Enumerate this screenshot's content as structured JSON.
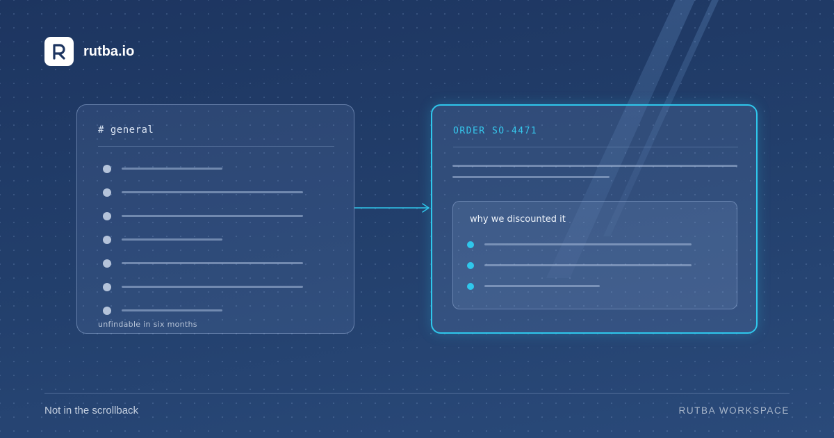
{
  "brand": {
    "logo_letter": "R",
    "name": "rutba.io"
  },
  "left_panel": {
    "channel": "# general",
    "message_count": 7,
    "footnote": "unfindable in six months"
  },
  "right_panel": {
    "order_title": "ORDER SO-4471",
    "note": {
      "title": "why we discounted it",
      "item_count": 3
    }
  },
  "footer": {
    "tagline": "Not in the scrollback",
    "workspace": "RUTBA WORKSPACE"
  },
  "colors": {
    "background": "#23406d",
    "accent": "#2fc7ec",
    "text": "#ffffff"
  },
  "icons": [
    "logo-r-icon",
    "arrow-right-icon"
  ]
}
